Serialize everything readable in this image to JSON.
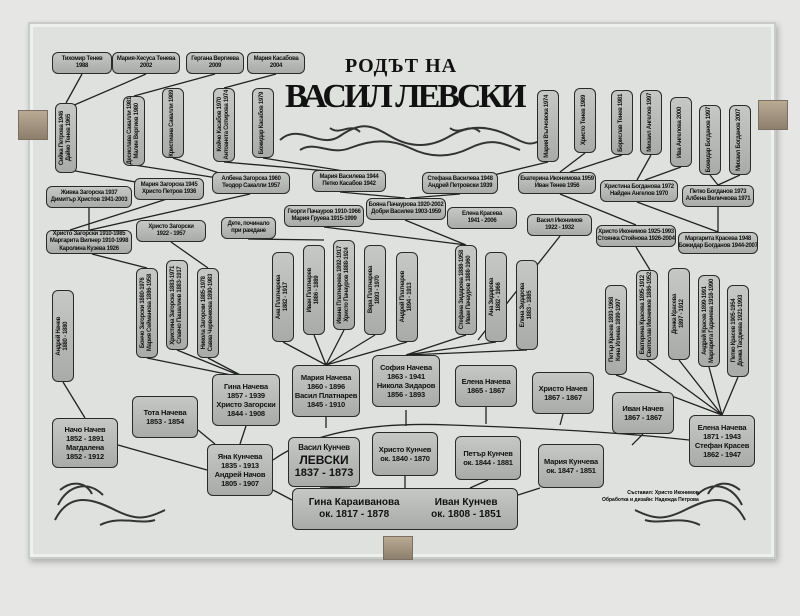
{
  "title": {
    "line1": "РОДЪТ НА",
    "line2": "ВАСИЛ ЛЕВСКИ"
  },
  "credits": "Съставил: Христо Иконимов\nОбработка и дизайн: Надежда Петрова",
  "people": [
    "Тихомир Тенев\n1988",
    "Мария-Хесуса Тенева\n2002",
    "Гергана Вергиева\n2009",
    "Мария Касабова\n2004",
    "Сийка Петрова 1946\nДайко Тенев 1965",
    "Десислава Сакалли 1981\nМалин Вергиев 1980",
    "Кристиана Сакалли 1989",
    "Койчо Касабов 1970\nАнтоанета Сотирова 1974",
    "Божидар Касабов 1979",
    "Мария Вълчовска 1974",
    "Христо Тенев 1989",
    "Борислав Тенев 1981",
    "Михаил Ангелов 1997",
    "Ива Ангелова 2000",
    "Божидар Богданов 1997",
    "Михаил Богданов 2007",
    "Албена Загорска 1960\nТеодор Сакалли 1957",
    "Мария Загорска 1945\nХристо Петров 1936",
    "Живка Загорска 1937\nДимитър Христов 1941-2003",
    "Мария Василева 1944\nПетко Касабов 1942",
    "Стефана Василева 1948\nАндрей Петровски 1939",
    "Екатерина Иконимова 1959\nИван Тенев 1956",
    "Христина Богданова 1972\nНайден Ангелов 1970",
    "Петко Богданов 1973\nАлбена Величкова 1971",
    "Бояна Пачаурова 1920-2002\nДобри Василев 1903-1959",
    "Георги Пачауров 1910-1966\nМария Груева 1915-1999",
    "Елена Красева\n1941 - 2006",
    "Дете, починало\nпри раждане",
    "Христо Загорски\n1922 - 1957",
    "Христо Загорски 1910-1985\nМаргарита Вилнер 1910-1998\nКаролина Кузева 1926",
    "Васил Иконимов\n1922 - 1932",
    "Христо Иконимов 1925-1993\nСтоянка Стойнова 1926-2004",
    "Маргарита Красева 1948\nБожидар Богданов 1944-2007",
    "Андрей Начев\n1880 - 1880",
    "Бончо Загорски 1880-1976\nМария Сейманова 1886-1958",
    "Христина Загорска 1883-1971\nСлавчо Пашалиев 1883-1917",
    "Никола Загорски 1885-1978\nСавка Червенкова 1890-1983",
    "Ана Платнарева\n1882 - 1917",
    "Иван Платнарев\n1886 - 1889",
    "Ивана Платнарева 1892-1917\nХристо Пачауров 1888-1924",
    "Вера Платнарева\n1893 - 1970",
    "Андрей Платнарев\n1894 - 1913",
    "Стефана Зидарова 1888-1958\nИван Пачауров 1888-1960",
    "Ана Зидарова\n1882 - 1966",
    "Елена Зидарова\n1883 - 1885",
    "Петър Красев 1893-1968\nКина Илиева 1899-1997",
    "Екатерина Красева 1895-1912\nСветослав Иконимов 1886-1952",
    "Донка Красева\n1897 - 1912",
    "Андрей Красев 1899-1991\nМаргарита Гаджиева 1918-1990",
    "Петко Красев 1905-1954\nДонка Тасджева 1921-1993",
    "Гина Начева\n1857 - 1939\nХристо Загорски\n1844 - 1908",
    "Мария Начева\n1860 - 1896\nВасил Платнарев\n1845 - 1910",
    "София Начева\n1863 - 1941\nНикола Зидаров\n1856 - 1893",
    "Елена Начева\n1865 - 1867",
    "Христо Начев\n1867 - 1867",
    "Иван Начев\n1867 - 1867",
    "Елена Начева\n1871 - 1943\nСтефан Красев\n1862 - 1947",
    "Тота Начева\n1853 - 1854",
    "Начо Начев\n1852 - 1891\nМагдалена\n1852 - 1912",
    "Яна Кунчева\n1835 - 1913\nАндрей Начов\n1805 - 1907",
    "Христо Кунчев\nок. 1840 - 1870",
    "Петър Кунчев\nок. 1844 - 1881",
    "Мария Кунчева\nок. 1847 - 1851"
  ],
  "levski": {
    "name": "Васил Кунчев",
    "alias": "ЛЕВСКИ",
    "years": "1837 - 1873"
  },
  "parents": {
    "mother": "Гина Караиванова\nок. 1817 - 1878",
    "father": "Иван Кунчев\nок. 1808 - 1851"
  }
}
